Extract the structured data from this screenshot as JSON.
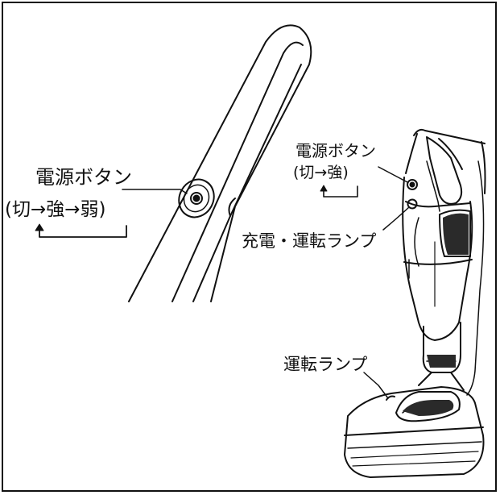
{
  "labels": {
    "left_power_button": "電源ボタン",
    "left_power_sequence": "(切→強→弱)",
    "right_power_button": "電源ボタン",
    "right_power_sequence": "(切→強)",
    "charge_run_lamp": "充電・運転ランプ",
    "run_lamp": "運転ランプ"
  },
  "colors": {
    "line": "#111111",
    "dark_fill": "#2a2a2a",
    "background": "#ffffff"
  }
}
